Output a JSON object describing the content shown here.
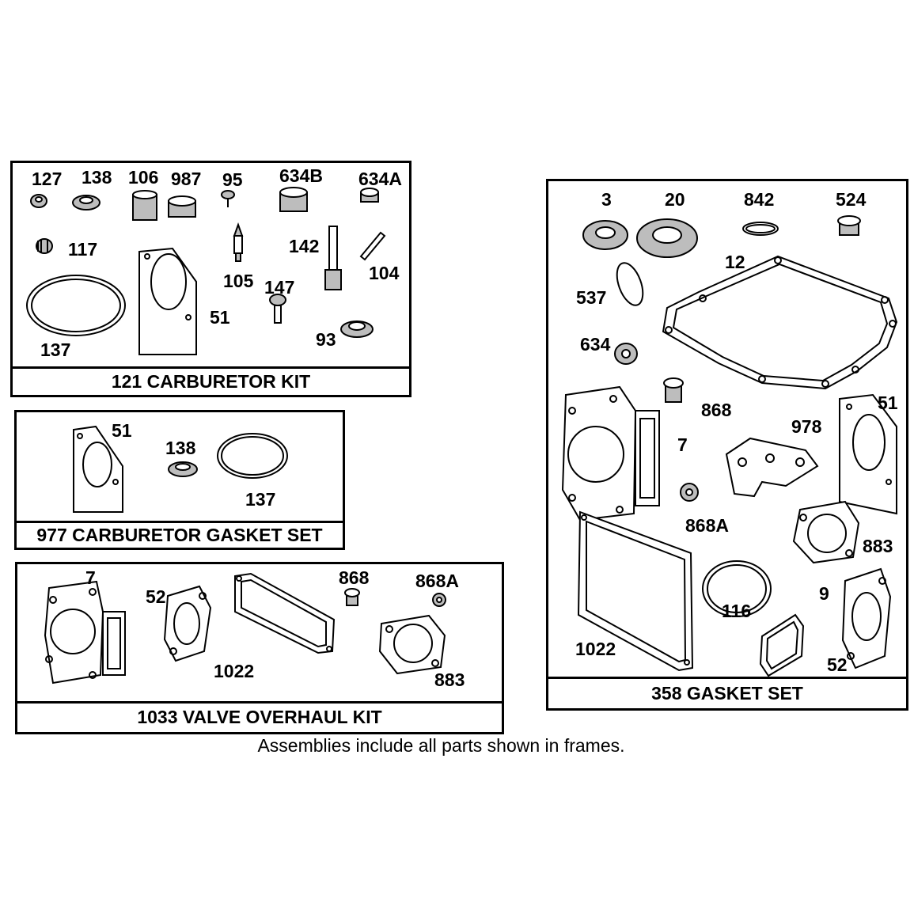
{
  "kits": {
    "carb_kit": {
      "title": "121 CARBURETOR KIT",
      "labels": [
        "127",
        "138",
        "106",
        "987",
        "95",
        "634B",
        "634A",
        "117",
        "142",
        "104",
        "105",
        "147",
        "51",
        "137",
        "93"
      ]
    },
    "carb_gasket": {
      "title": "977 CARBURETOR GASKET SET",
      "labels": [
        "51",
        "138",
        "137"
      ]
    },
    "valve_kit": {
      "title": "1033 VALVE OVERHAUL KIT",
      "labels": [
        "7",
        "52",
        "868",
        "868A",
        "1022",
        "883"
      ]
    },
    "gasket_set": {
      "title": "358 GASKET SET",
      "labels": [
        "3",
        "20",
        "842",
        "524",
        "12",
        "537",
        "634",
        "868",
        "51",
        "978",
        "7",
        "868A",
        "883",
        "116",
        "9",
        "1022",
        "52"
      ]
    }
  },
  "caption": "Assemblies include all parts shown in frames."
}
